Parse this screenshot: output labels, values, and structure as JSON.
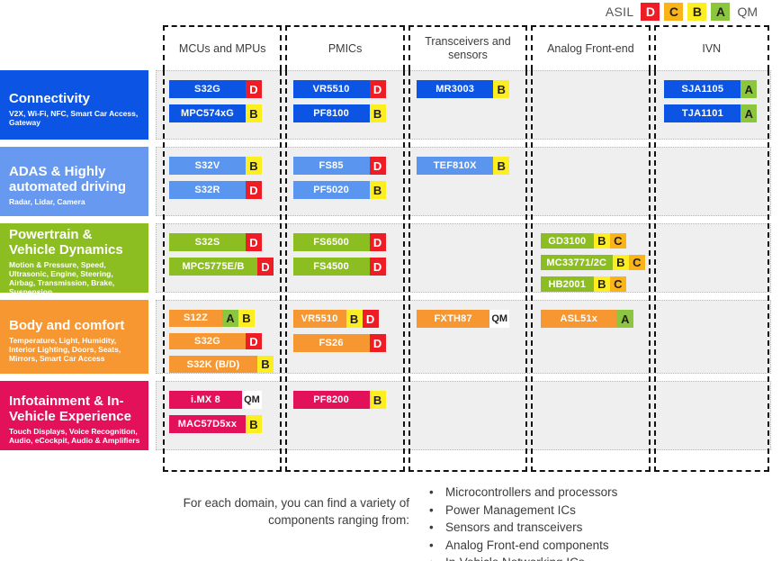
{
  "legend": {
    "label": "ASIL",
    "levels": [
      {
        "letter": "D",
        "bg": "#ee1c25",
        "fg": "#ffffff"
      },
      {
        "letter": "C",
        "bg": "#fbb417",
        "fg": "#231f20"
      },
      {
        "letter": "B",
        "bg": "#fdee21",
        "fg": "#231f20"
      },
      {
        "letter": "A",
        "bg": "#8cc63e",
        "fg": "#231f20"
      }
    ],
    "qm": "QM"
  },
  "columns": [
    {
      "title": "MCUs and MPUs"
    },
    {
      "title": "PMICs"
    },
    {
      "title": "Transceivers and sensors"
    },
    {
      "title": "Analog Front-end"
    },
    {
      "title": "IVN"
    }
  ],
  "badge_colors": {
    "D": {
      "bg": "#ee1c25",
      "fg": "#ffffff"
    },
    "C": {
      "bg": "#fbb417",
      "fg": "#231f20"
    },
    "B": {
      "bg": "#fdee21",
      "fg": "#231f20"
    },
    "A": {
      "bg": "#8cc63e",
      "fg": "#231f20"
    },
    "QM": {
      "bg": "#ffffff",
      "fg": "#231f20"
    }
  },
  "rows": [
    {
      "title": "Connectivity",
      "subtitle": "V2X, Wi-Fi, NFC, Smart Car Access, Gateway",
      "bg": "#0c55e4",
      "chip_bg": "#0c55e4",
      "height": 77,
      "cells": [
        [
          {
            "name": "S32G",
            "badges": [
              "D"
            ]
          },
          {
            "name": "MPC574xG",
            "badges": [
              "B"
            ]
          }
        ],
        [
          {
            "name": "VR5510",
            "badges": [
              "D"
            ]
          },
          {
            "name": "PF8100",
            "badges": [
              "B"
            ]
          }
        ],
        [
          {
            "name": "MR3003",
            "badges": [
              "B"
            ]
          }
        ],
        [],
        [
          {
            "name": "SJA1105",
            "badges": [
              "A"
            ]
          },
          {
            "name": "TJA1101",
            "badges": [
              "A"
            ]
          }
        ]
      ]
    },
    {
      "title": "ADAS & Highly automated driving",
      "subtitle": "Radar, Lidar, Camera",
      "bg": "#6699ef",
      "chip_bg": "#5a95ef",
      "height": 77,
      "cells": [
        [
          {
            "name": "S32V",
            "badges": [
              "B"
            ]
          },
          {
            "name": "S32R",
            "badges": [
              "D"
            ]
          }
        ],
        [
          {
            "name": "FS85",
            "badges": [
              "D"
            ]
          },
          {
            "name": "PF5020",
            "badges": [
              "B"
            ]
          }
        ],
        [
          {
            "name": "TEF810X",
            "badges": [
              "B"
            ]
          }
        ],
        [],
        []
      ]
    },
    {
      "title": "Powertrain & Vehicle Dynamics",
      "subtitle": "Motion & Pressure, Speed, Ultrasonic, Engine, Steering, Airbag, Transmission, Brake, Suspension",
      "bg": "#8cbe22",
      "chip_bg": "#8cbe22",
      "height": 77,
      "cells": [
        [
          {
            "name": "S32S",
            "badges": [
              "D"
            ]
          },
          {
            "name": "MPC5775E/B",
            "badges": [
              "D"
            ]
          }
        ],
        [
          {
            "name": "FS6500",
            "badges": [
              "D"
            ]
          },
          {
            "name": "FS4500",
            "badges": [
              "D"
            ]
          }
        ],
        [],
        [
          {
            "name": "GD3100",
            "badges": [
              "B",
              "C"
            ]
          },
          {
            "name": "MC33771/2C",
            "badges": [
              "B",
              "C"
            ]
          },
          {
            "name": "HB2001",
            "badges": [
              "B",
              "C"
            ]
          }
        ],
        []
      ]
    },
    {
      "title": "Body and comfort",
      "subtitle": "Temperature, Light, Humidity, Interior Lighting, Doors, Seats, Mirrors, Smart Car Access",
      "bg": "#f79731",
      "chip_bg": "#f79731",
      "height": 82,
      "cells": [
        [
          {
            "name": "S12Z",
            "badges": [
              "A",
              "B"
            ]
          },
          {
            "name": "S32G",
            "badges": [
              "D"
            ]
          },
          {
            "name": "S32K (B/D)",
            "badges": [
              "B"
            ]
          }
        ],
        [
          {
            "name": "VR5510",
            "badges": [
              "B",
              "D"
            ]
          },
          {
            "name": "FS26",
            "badges": [
              "D"
            ]
          }
        ],
        [
          {
            "name": "FXTH87",
            "badges": [
              "QM"
            ]
          }
        ],
        [
          {
            "name": "ASL51x",
            "badges": [
              "A"
            ]
          }
        ],
        []
      ]
    },
    {
      "title": "Infotainment & In-Vehicle Experience",
      "subtitle": "Touch Displays, Voice Recognition, Audio, eCockpit, Audio & Amplifiers",
      "bg": "#e2115a",
      "chip_bg": "#e2115a",
      "height": 77,
      "cells": [
        [
          {
            "name": "i.MX 8",
            "badges": [
              "QM"
            ]
          },
          {
            "name": "MAC57D5xx",
            "badges": [
              "B"
            ]
          }
        ],
        [
          {
            "name": "PF8200",
            "badges": [
              "B"
            ]
          }
        ],
        [],
        [],
        []
      ]
    }
  ],
  "footer": {
    "caption": "For each domain, you can find a variety of components ranging from:",
    "bullets": [
      "Microcontrollers and processors",
      "Power Management ICs",
      "Sensors and transceivers",
      "Analog Front-end components",
      "In-Vehicle Networking ICs"
    ]
  }
}
